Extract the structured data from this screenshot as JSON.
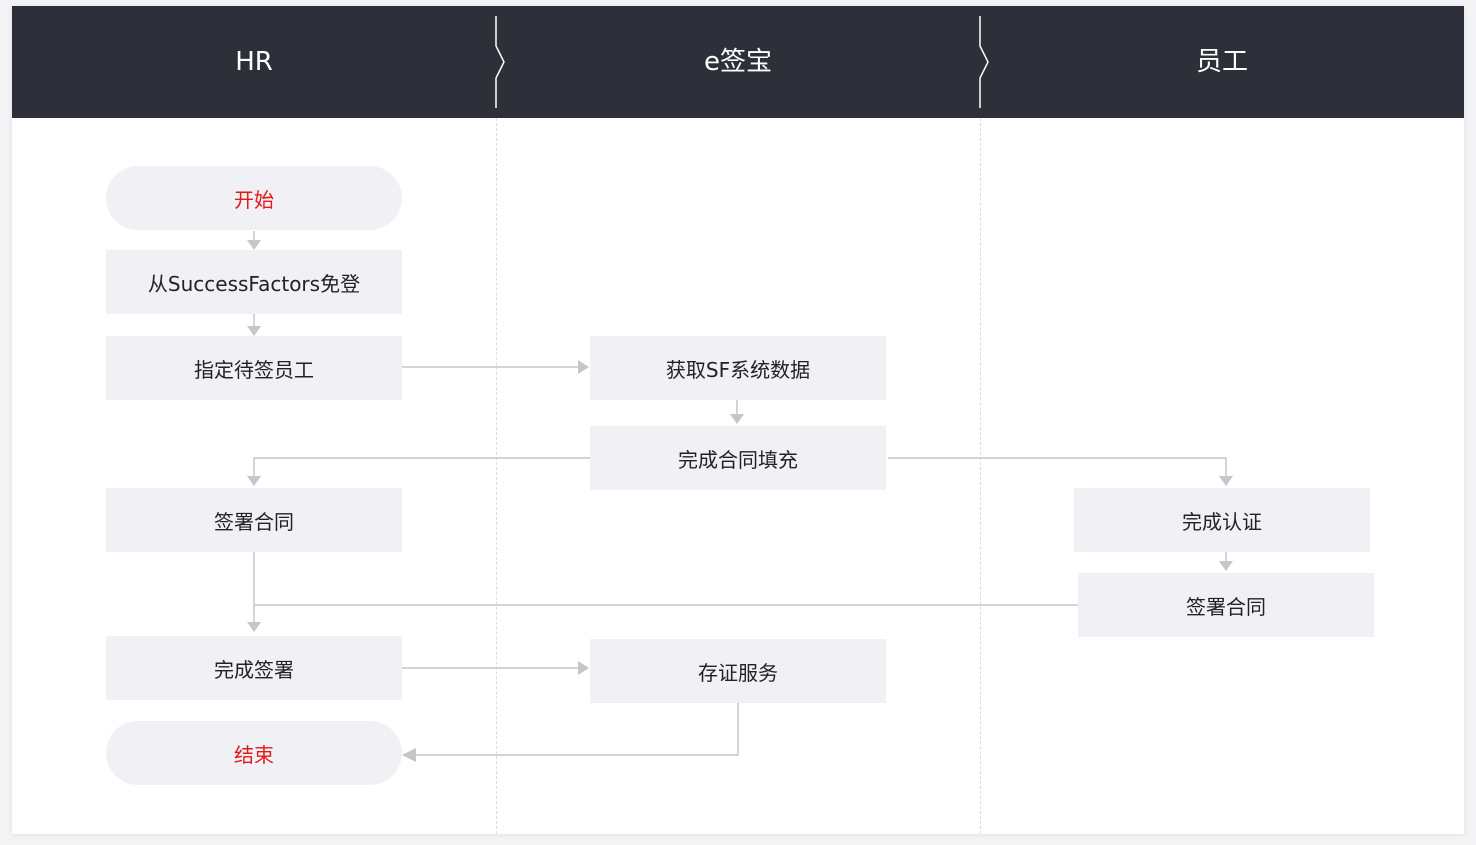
{
  "lanes": {
    "hr": "HR",
    "esign": "e签宝",
    "employee": "员工"
  },
  "nodes": {
    "start": "开始",
    "sf_login": "从SuccessFactors免登",
    "assign_employee": "指定待签员工",
    "fetch_sf_data": "获取SF系统数据",
    "fill_contract": "完成合同填充",
    "hr_sign": "签署合同",
    "employee_verify": "完成认证",
    "employee_sign": "签署合同",
    "complete_sign": "完成签署",
    "evidence_service": "存证服务",
    "end": "结束"
  },
  "colors": {
    "header_bg": "#2d3039",
    "node_bg": "#f1f1f5",
    "terminal_text": "#e11a1a",
    "connector": "#c6c6c6"
  }
}
